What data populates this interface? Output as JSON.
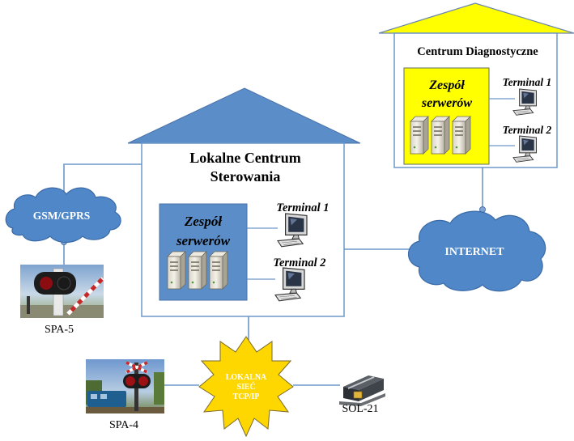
{
  "diagnostic_center": {
    "title": "Centrum Diagnostyczne",
    "servers_label_line1": "Zespół",
    "servers_label_line2": "serwerów",
    "terminal1": "Terminal 1",
    "terminal2": "Terminal 2"
  },
  "local_center": {
    "title_line1": "Lokalne Centrum",
    "title_line2": "Sterowania",
    "servers_label_line1": "Zespół",
    "servers_label_line2": "serwerów",
    "terminal1": "Terminal 1",
    "terminal2": "Terminal 2"
  },
  "clouds": {
    "gsm": "GSM/GPRS",
    "internet": "INTERNET"
  },
  "local_network": {
    "line1": "LOKALNA",
    "line2": "SIEĆ",
    "line3": "TCP/IP"
  },
  "devices": {
    "spa5": "SPA-5",
    "spa4": "SPA-4",
    "sol21": "SOL-21"
  },
  "colors": {
    "roof_blue": "#5b8ec8",
    "roof_yellow": "#ffff00",
    "server_panel_blue": "#5b8ec8",
    "server_panel_yellow": "#ffff00",
    "cloud_blue": "#4f87c9",
    "burst_yellow": "#ffd700",
    "burst_text": "#ffffff",
    "line": "#6d98c9"
  }
}
